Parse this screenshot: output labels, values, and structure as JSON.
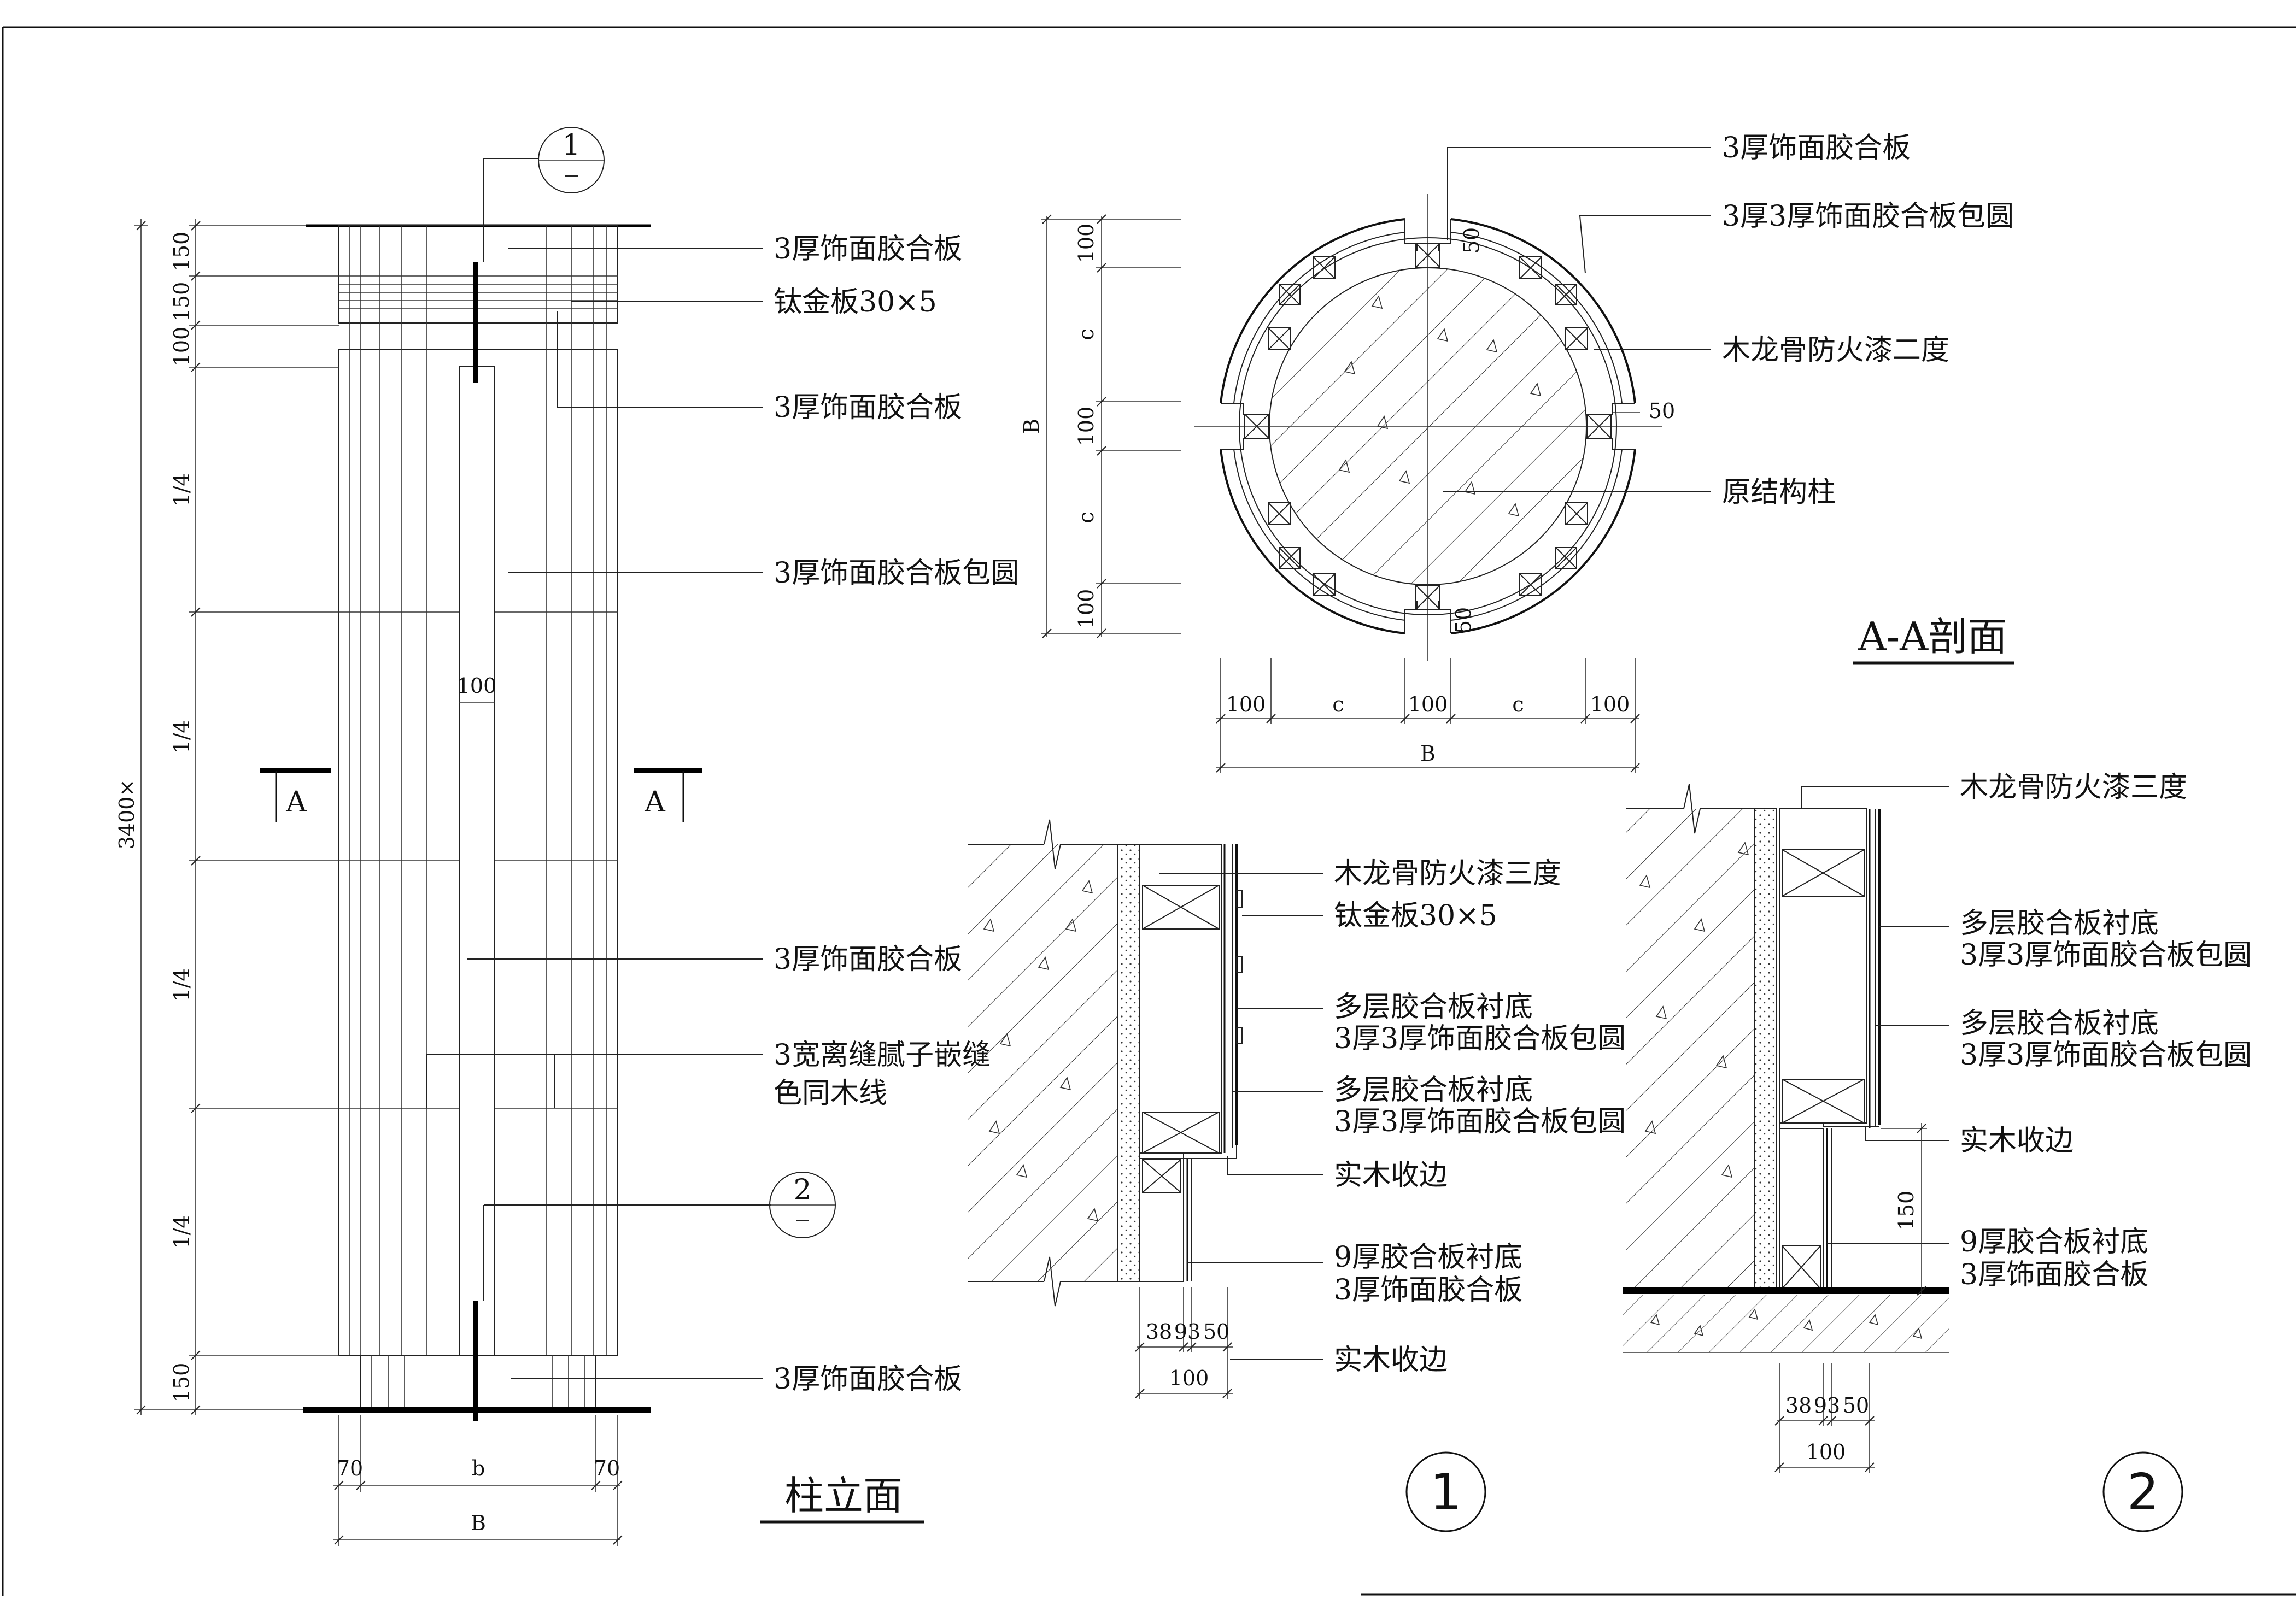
{
  "elevation": {
    "title": "柱立面",
    "section_mark_top": "1",
    "section_mark_bottom": "2",
    "section_cut_label": "A",
    "labels": {
      "top_panel": "3厚饰面胶合板",
      "titanium_strip": "钛金板30×5",
      "upper_panel": "3厚饰面胶合板",
      "round_wrap": "3厚饰面胶合板包圆",
      "mid_panel": "3厚饰面胶合板",
      "joint_line1": "3宽离缝腻子嵌缝",
      "joint_line2": "色同木线",
      "base_panel": "3厚饰面胶合板"
    },
    "dims_vertical": [
      "150",
      "150",
      "100",
      "1/4",
      "1/4",
      "1/4",
      "1/4",
      "150"
    ],
    "total_height": "3400×",
    "groove_width": "100",
    "dims_bottom": {
      "left": "70",
      "mid": "b",
      "right": "70",
      "total": "B"
    }
  },
  "section_aa": {
    "title": "A-A剖面",
    "labels": {
      "face_panel": "3厚饰面胶合板",
      "face_panel_wrap": "3厚3厚饰面胶合板包圆",
      "wood_keel": "木龙骨防火漆二度",
      "structure": "原结构柱"
    },
    "dims_left": [
      "100",
      "c",
      "100",
      "c",
      "100"
    ],
    "dim_left_total": "B",
    "dims_bottom": [
      "100",
      "c",
      "100",
      "c",
      "100"
    ],
    "dim_bottom_total": "B",
    "gap_dims": [
      "50",
      "50",
      "50"
    ]
  },
  "detail_1": {
    "number": "1",
    "labels": {
      "keel": "木龙骨防火漆三度",
      "titanium": "钛金板30×5",
      "ply1_line1": "多层胶合板衬底",
      "ply1_line2": "3厚3厚饰面胶合板包圆",
      "ply2_line1": "多层胶合板衬底",
      "ply2_line2": "3厚3厚饰面胶合板包圆",
      "solid_edge": "实木收边",
      "base_line1": "9厚胶合板衬底",
      "base_line2": "3厚饰面胶合板",
      "solid_edge_bottom": "实木收边"
    },
    "dims": [
      "38",
      "93",
      "50"
    ],
    "dim_total": "100"
  },
  "detail_2": {
    "number": "2",
    "labels": {
      "keel": "木龙骨防火漆三度",
      "ply1_line1": "多层胶合板衬底",
      "ply1_line2": "3厚3厚饰面胶合板包圆",
      "ply2_line1": "多层胶合板衬底",
      "ply2_line2": "3厚3厚饰面胶合板包圆",
      "solid_edge": "实木收边",
      "base_line1": "9厚胶合板衬底",
      "base_line2": "3厚饰面胶合板"
    },
    "height_dim": "150",
    "dims": [
      "38",
      "93",
      "50"
    ],
    "dim_total": "100"
  }
}
